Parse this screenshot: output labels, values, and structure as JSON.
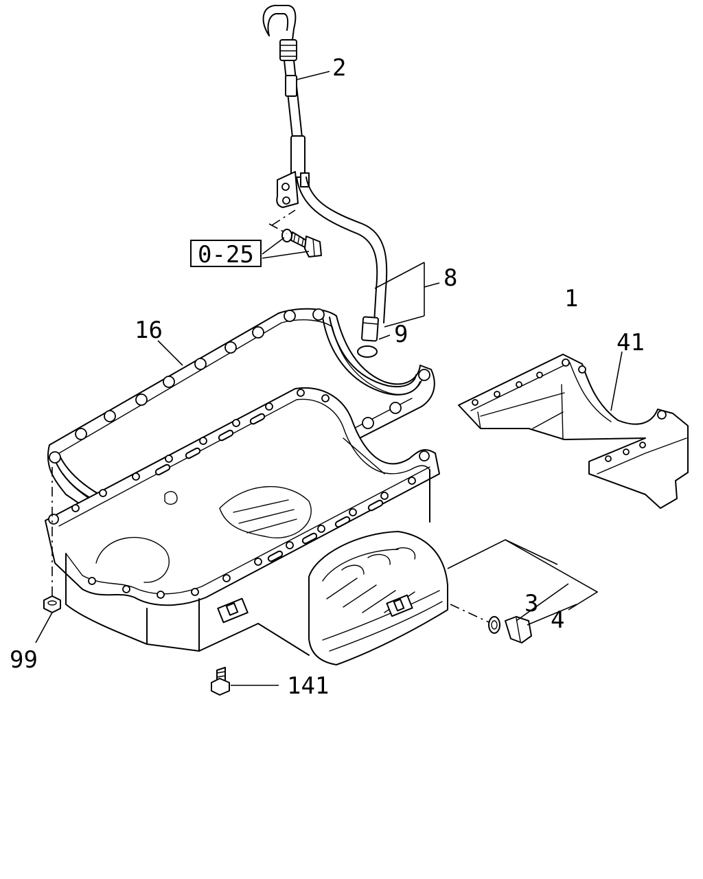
{
  "callouts": {
    "c1": "1",
    "c2": "2",
    "c3": "3",
    "c4": "4",
    "c8": "8",
    "c9": "9",
    "c16": "16",
    "c41": "41",
    "c99": "99",
    "c141": "141",
    "ref_box": "0-25"
  }
}
